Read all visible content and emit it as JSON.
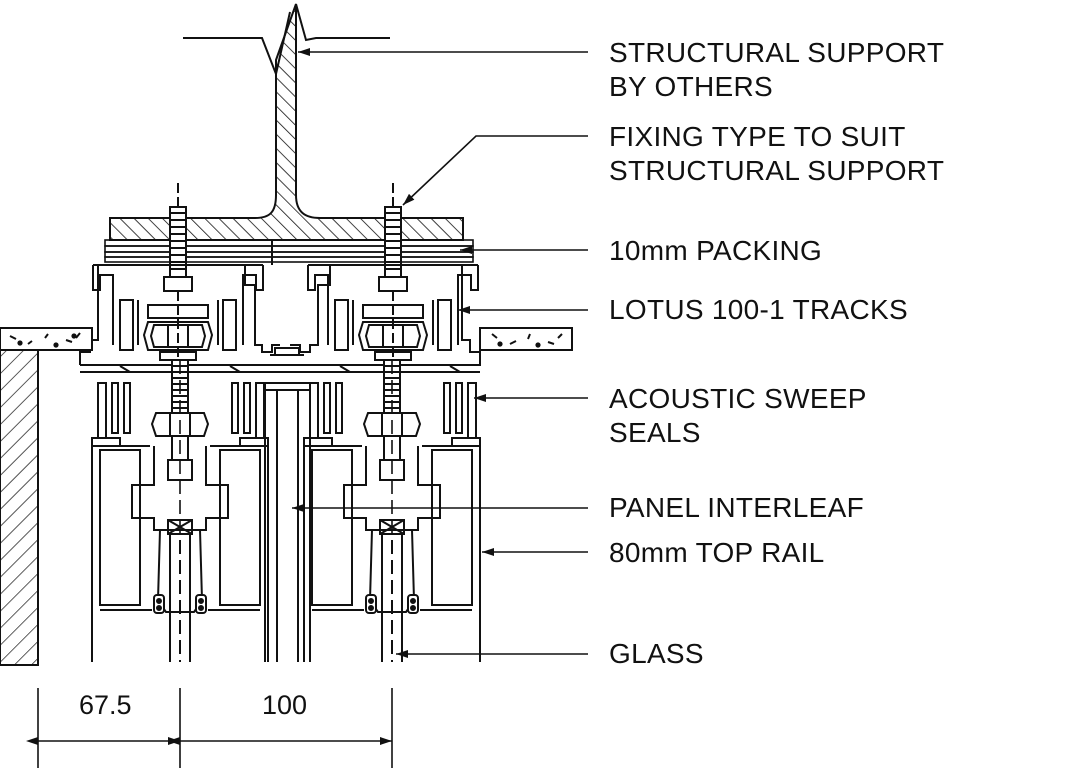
{
  "colors": {
    "line": "#111111",
    "background": "#ffffff"
  },
  "callouts": [
    {
      "line1": "STRUCTURAL SUPPORT",
      "line2": "BY OTHERS"
    },
    {
      "line1": "FIXING TYPE TO SUIT",
      "line2": "STRUCTURAL SUPPORT"
    },
    {
      "line1": "10mm PACKING"
    },
    {
      "line1": "LOTUS 100-1 TRACKS"
    },
    {
      "line1": "ACOUSTIC SWEEP",
      "line2": "SEALS"
    },
    {
      "line1": "PANEL INTERLEAF"
    },
    {
      "line1": "80mm TOP RAIL"
    },
    {
      "line1": "GLASS"
    }
  ],
  "dimensions": [
    {
      "value": "67.5"
    },
    {
      "value": "100"
    }
  ]
}
